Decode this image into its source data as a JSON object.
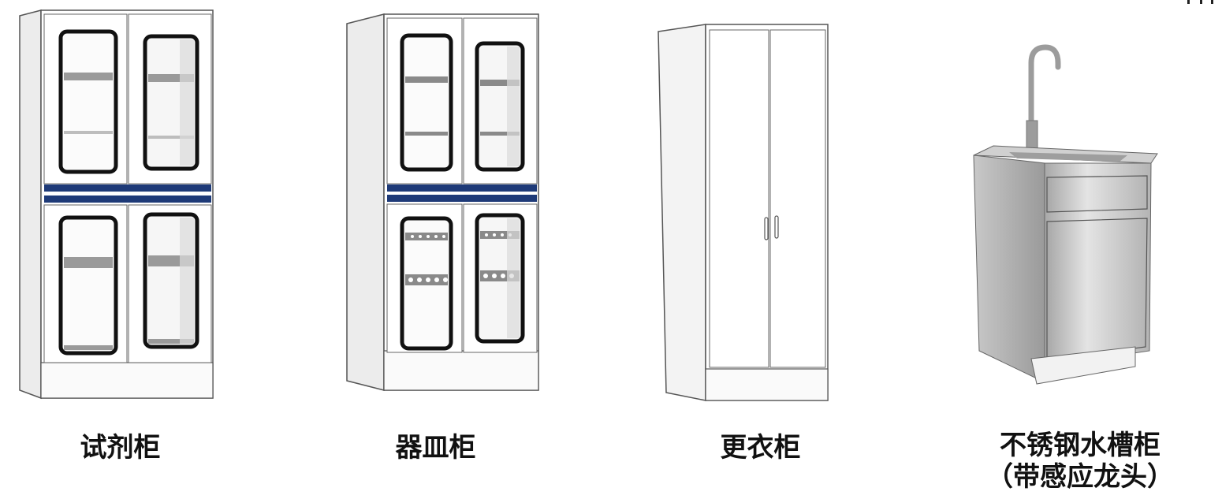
{
  "products": [
    {
      "name": "试剂柜"
    },
    {
      "name": "器皿柜"
    },
    {
      "name": "更衣柜"
    },
    {
      "name": "不锈钢水槽柜",
      "note": "（带感应龙头）"
    }
  ],
  "colors": {
    "frame": "#555555",
    "body": "#ffffff",
    "side": "#ececec",
    "glass_frame": "#111111",
    "accent_band": "#1e3a78",
    "steel_light": "#e4e4e4",
    "steel_dark": "#a8a8a8"
  }
}
